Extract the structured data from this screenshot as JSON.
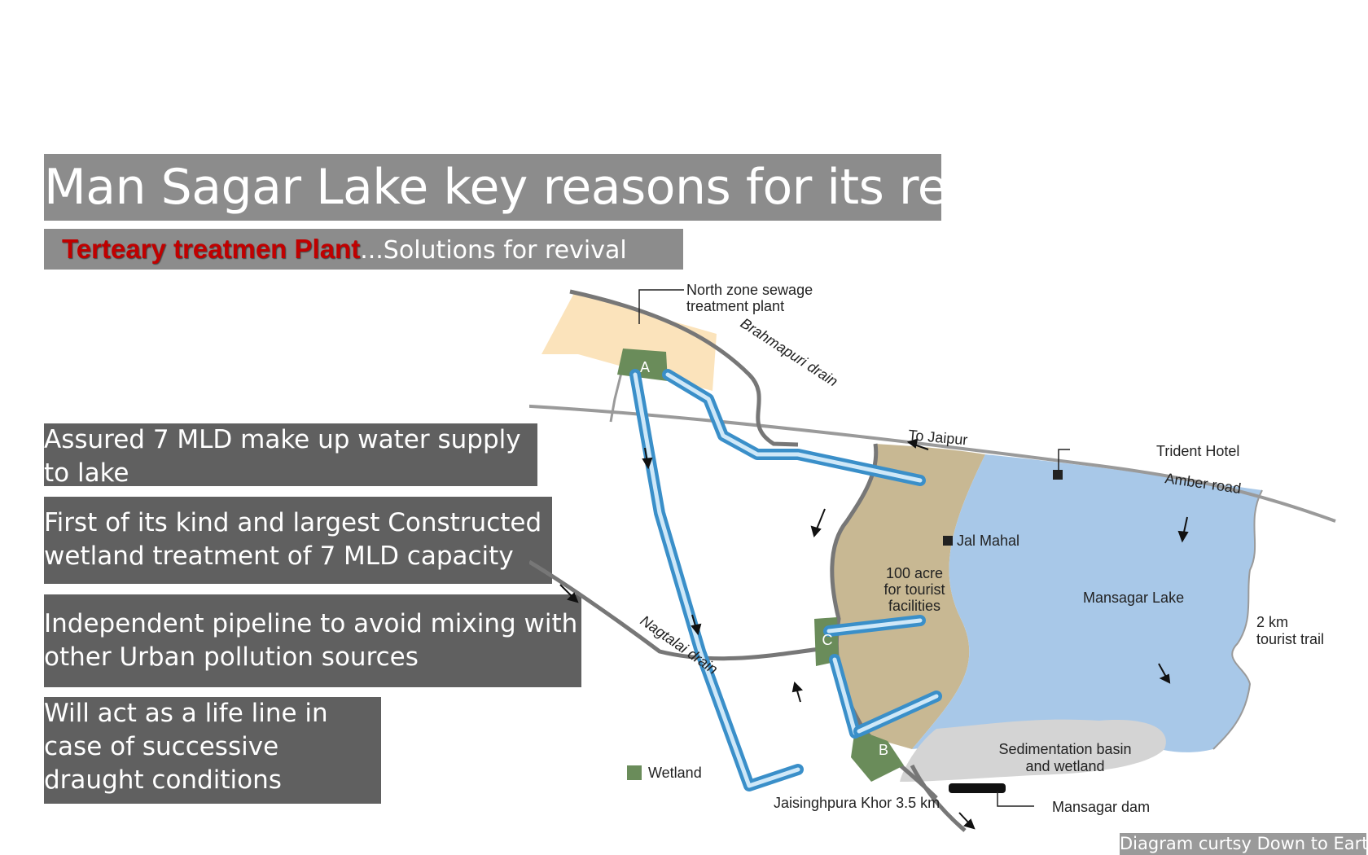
{
  "title": "Man Sagar Lake key reasons for its revival",
  "subtitle": {
    "highlight": "Terteary treatmen Plant",
    "rest": "...Solutions for revival"
  },
  "points": [
    "Assured 7 MLD make up water supply to lake",
    "First of its kind and largest Constructed wetland treatment of 7 MLD capacity",
    "Independent pipeline to avoid mixing with other Urban pollution sources",
    "Will act as a life line in case of successive draught conditions"
  ],
  "credit": "Diagram curtsy Down to Earth",
  "map": {
    "north_stp_line1": "North zone sewage",
    "north_stp_line2": "treatment plant",
    "brahmapuri_drain": "Brahmapuri drain",
    "to_jaipur": "To Jaipur",
    "trident_hotel": "Trident Hotel",
    "amber_road": "Amber road",
    "jal_mahal": "Jal Mahal",
    "mansagar_lake": "Mansagar Lake",
    "tourist_line1": "100 acre",
    "tourist_line2": "for tourist",
    "tourist_line3": "facilities",
    "trail_line1": "2 km",
    "trail_line2": "tourist trail",
    "nagtalai_drain": "Nagtalai drain",
    "sed_line1": "Sedimentation basin",
    "sed_line2": "and wetland",
    "wetland_legend": "Wetland",
    "jaisinghpura": "Jaisinghpura Khor 3.5 km",
    "mansagar_dam": "Mansagar dam",
    "wetland_a": "A",
    "wetland_b": "B",
    "wetland_c": "C",
    "colors": {
      "lake": "#a8c8e8",
      "tourist_land": "#c8b893",
      "stp_area": "#fbe3bb",
      "wetland": "#6a8c5a",
      "sediment": "#d4d4d4",
      "pipe": "#3a8fc9",
      "road": "#9a9a9a",
      "drain": "#777777"
    }
  }
}
